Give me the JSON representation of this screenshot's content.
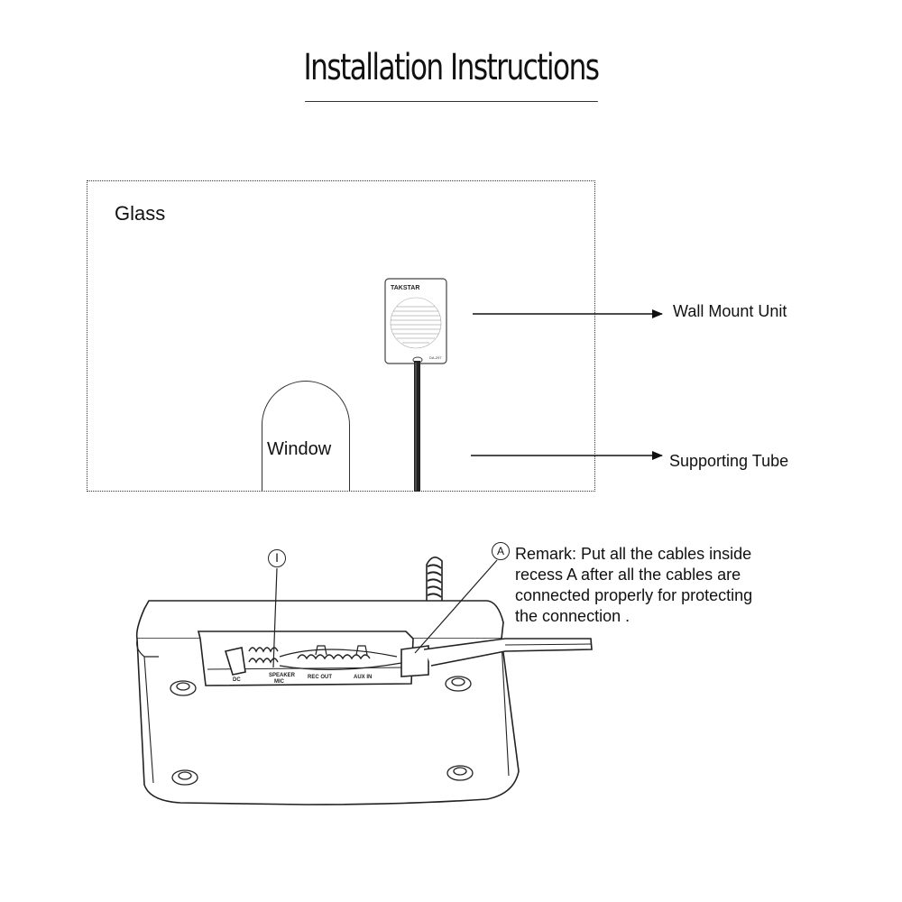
{
  "title": "Installation Instructions",
  "diagram": {
    "glass_label": "Glass",
    "window_label": "Window",
    "wall_mount_label": "Wall Mount Unit",
    "supporting_tube_label": "Supporting Tube",
    "brand": "TAKSTAR",
    "model": "DA-297"
  },
  "device": {
    "marker_one": "Ⅰ",
    "port_labels": [
      "DC",
      "SPEAKER",
      "MIC",
      "REC OUT",
      "AUX IN"
    ]
  },
  "remark": {
    "marker": "A",
    "lines": [
      "Remark: Put all the cables inside",
      "recess A after all the cables are",
      "connected properly for protecting",
      "the connection ."
    ]
  }
}
